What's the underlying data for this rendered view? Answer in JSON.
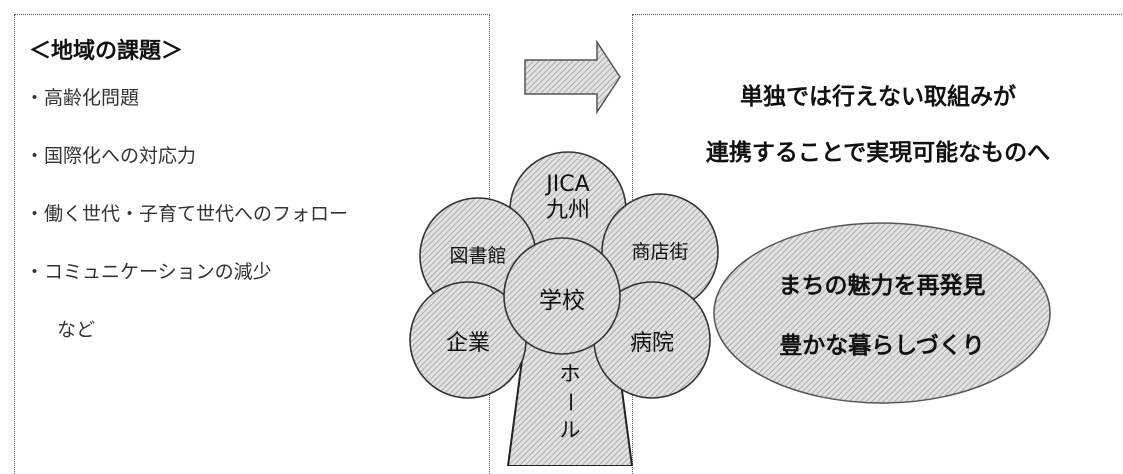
{
  "left_panel": {
    "heading": "＜地域の課題＞",
    "issues": [
      "・高齢化問題",
      "・国際化への対応力",
      "・働く世代・子育て世代へのフォロー",
      "・コミュニケーションの減少"
    ],
    "etc": "など"
  },
  "right_panel": {
    "line1": "単独では行えない取組みが",
    "line2": "連携することで実現可能なものへ",
    "oval_line1": "まちの魅力を再発見",
    "oval_line2": "豊かな暮らしづくり"
  },
  "tree": {
    "jica_line1": "JICA",
    "jica_line2": "九州",
    "library": "図書館",
    "shopping": "商店街",
    "school": "学校",
    "company": "企業",
    "hospital": "病院",
    "trunk_label_chars": [
      "ホ",
      "ー",
      "ル"
    ]
  },
  "colors": {
    "hatch_fill": "#c8c8c8",
    "outline": "#333333"
  }
}
